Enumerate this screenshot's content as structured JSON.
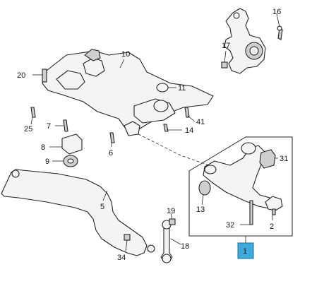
{
  "labels": {
    "p1": "1",
    "p2": "2",
    "p5": "5",
    "p6": "6",
    "p7": "7",
    "p8": "8",
    "p9": "9",
    "p10": "10",
    "p11": "11",
    "p13": "13",
    "p14": "14",
    "p16": "16",
    "p17": "17",
    "p18": "18",
    "p19": "19",
    "p20": "20",
    "p25": "25",
    "p31": "31",
    "p32": "32",
    "p34": "34",
    "p41": "41"
  },
  "colors": {
    "callout_fill": "#3fa9dc",
    "line": "#222222"
  }
}
